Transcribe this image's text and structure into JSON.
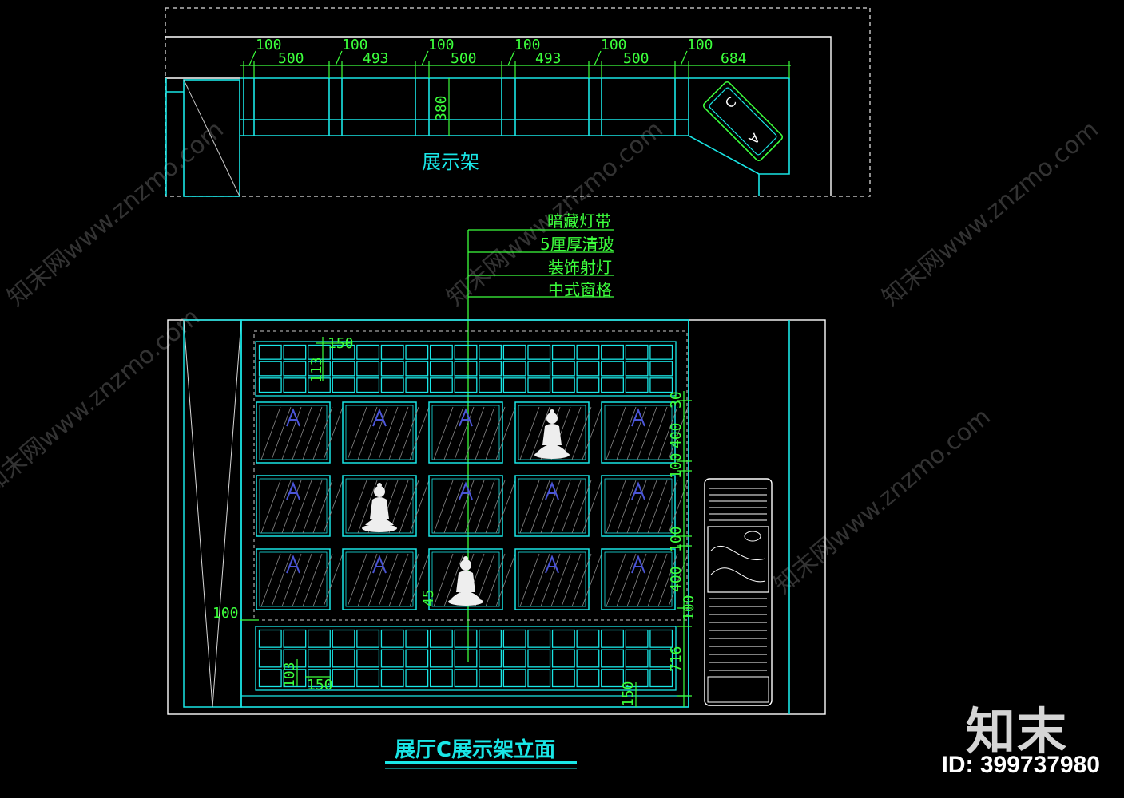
{
  "plan": {
    "label": "展示架",
    "spacing_dims": [
      "100",
      "100",
      "100",
      "100",
      "100",
      "100"
    ],
    "width_dims": [
      "500",
      "493",
      "500",
      "493",
      "500",
      "684"
    ],
    "depth_dim": "380"
  },
  "callouts": [
    "暗藏灯带",
    "5厘厚清玻",
    "装饰射灯",
    "中式窗格"
  ],
  "elevation": {
    "title": "展厅C展示架立面",
    "dims": {
      "grid_cell_w_top": "150",
      "grid_cell_h_top": "113",
      "right_a": "30",
      "right_b": "400",
      "right_c": "100",
      "right_d": "100",
      "right_e": "400",
      "right_f": "100",
      "right_g": "716",
      "right_h": "150",
      "left_100": "100",
      "bottom_103": "103",
      "bottom_150": "150",
      "center_small": "45"
    }
  },
  "watermark": {
    "text": "知末网www.znzmo.com",
    "brand": "知末",
    "id": "ID: 399737980"
  },
  "colors": {
    "background": "#000000",
    "cyan": "#19e6e6",
    "green": "#3cff3c",
    "white": "#ffffff"
  }
}
